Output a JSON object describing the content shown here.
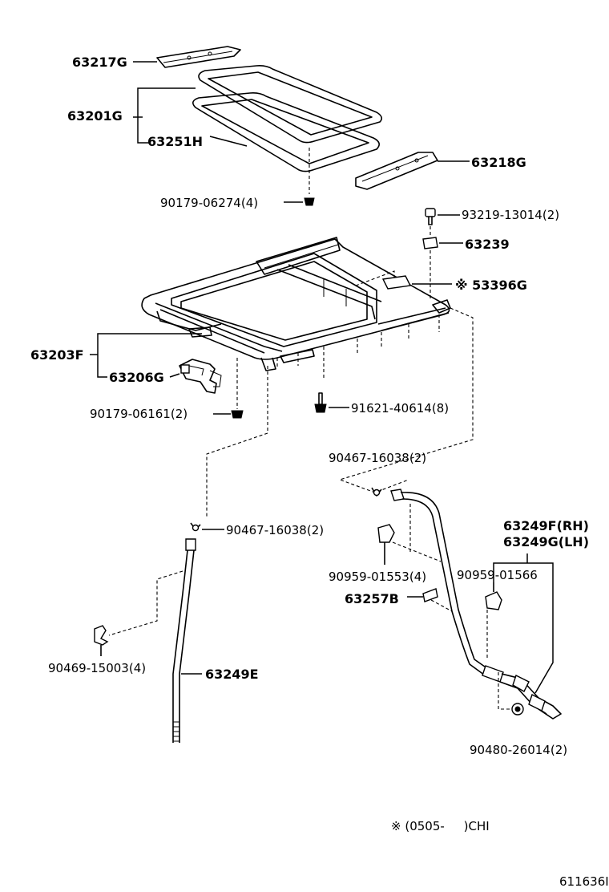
{
  "parts": {
    "p63217G": "63217G",
    "p63201G": "63201G",
    "p63251H": "63251H",
    "p63218G": "63218G",
    "p90179_06274": "90179-06274(4)",
    "p93219_13014": "93219-13014(2)",
    "p63239": "63239",
    "p53396G": "※ 53396G",
    "p63203F": "63203F",
    "p63206G": "63206G",
    "p90179_06161": "90179-06161(2)",
    "p91621_40614": "91621-40614(8)",
    "p90467_16038_right": "90467-16038(2)",
    "p90467_16038_left": "90467-16038(2)",
    "p63249F": "63249F(RH)",
    "p63249G": "63249G(LH)",
    "p90959_01553": "90959-01553(4)",
    "p90959_01566": "90959-01566",
    "p63257B": "63257B",
    "p90469_15003": "90469-15003(4)",
    "p63249E": "63249E",
    "p90480_26014": "90480-26014(2)"
  },
  "footnote": "※ (0505-     )CHI",
  "illustration_number": "611636I"
}
